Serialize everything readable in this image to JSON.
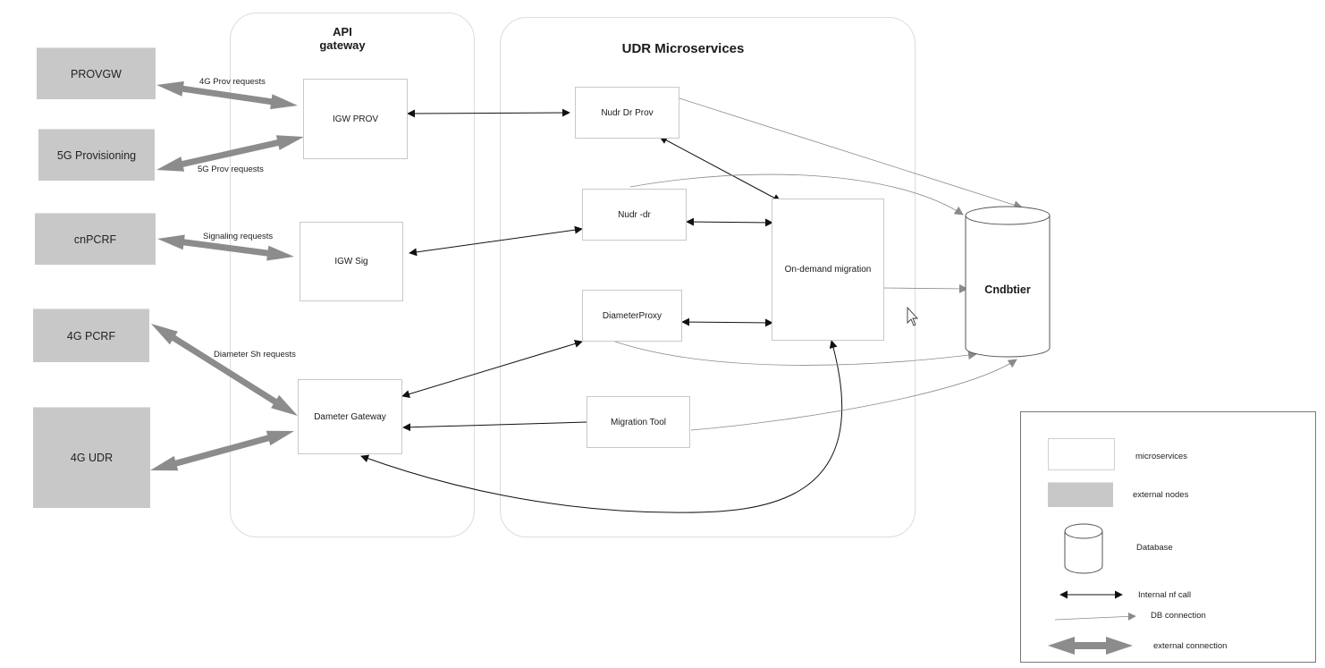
{
  "groups": {
    "api_gateway": "API\ngateway",
    "udr_microservices": "UDR Microservices"
  },
  "external_nodes": {
    "provgw": "PROVGW",
    "prov5g": "5G Provisioning",
    "cnpcrf": "cnPCRF",
    "pcrf4g": "4G PCRF",
    "udr4g": "4G UDR"
  },
  "gateways": {
    "igw_prov": "IGW PROV",
    "igw_sig": "IGW Sig",
    "diameter_gateway": "Dameter Gateway"
  },
  "microservices": {
    "nudr_dr_prov": "Nudr Dr Prov",
    "nudr_dr": "Nudr -dr",
    "diameter_proxy": "DiameterProxy",
    "migration_tool": "Migration Tool",
    "on_demand_migration": "On-demand migration"
  },
  "database": "Cndbtier",
  "edge_labels": {
    "prov4g": "4G Prov requests",
    "prov5g": "5G Prov requests",
    "signaling": "Signaling requests",
    "diameter_sh": "Diameter Sh requests"
  },
  "legend": {
    "microservices": "microservices",
    "external_nodes": "external nodes",
    "database": "Database",
    "internal_call": "Internal nf call",
    "db_connection": "DB connection",
    "external_connection": "external connection"
  },
  "colors": {
    "external_fill": "#c8c8c8",
    "thick_arrow": "#8c8c8c",
    "db_line": "#8a8a8a",
    "internal_line": "#111111"
  }
}
